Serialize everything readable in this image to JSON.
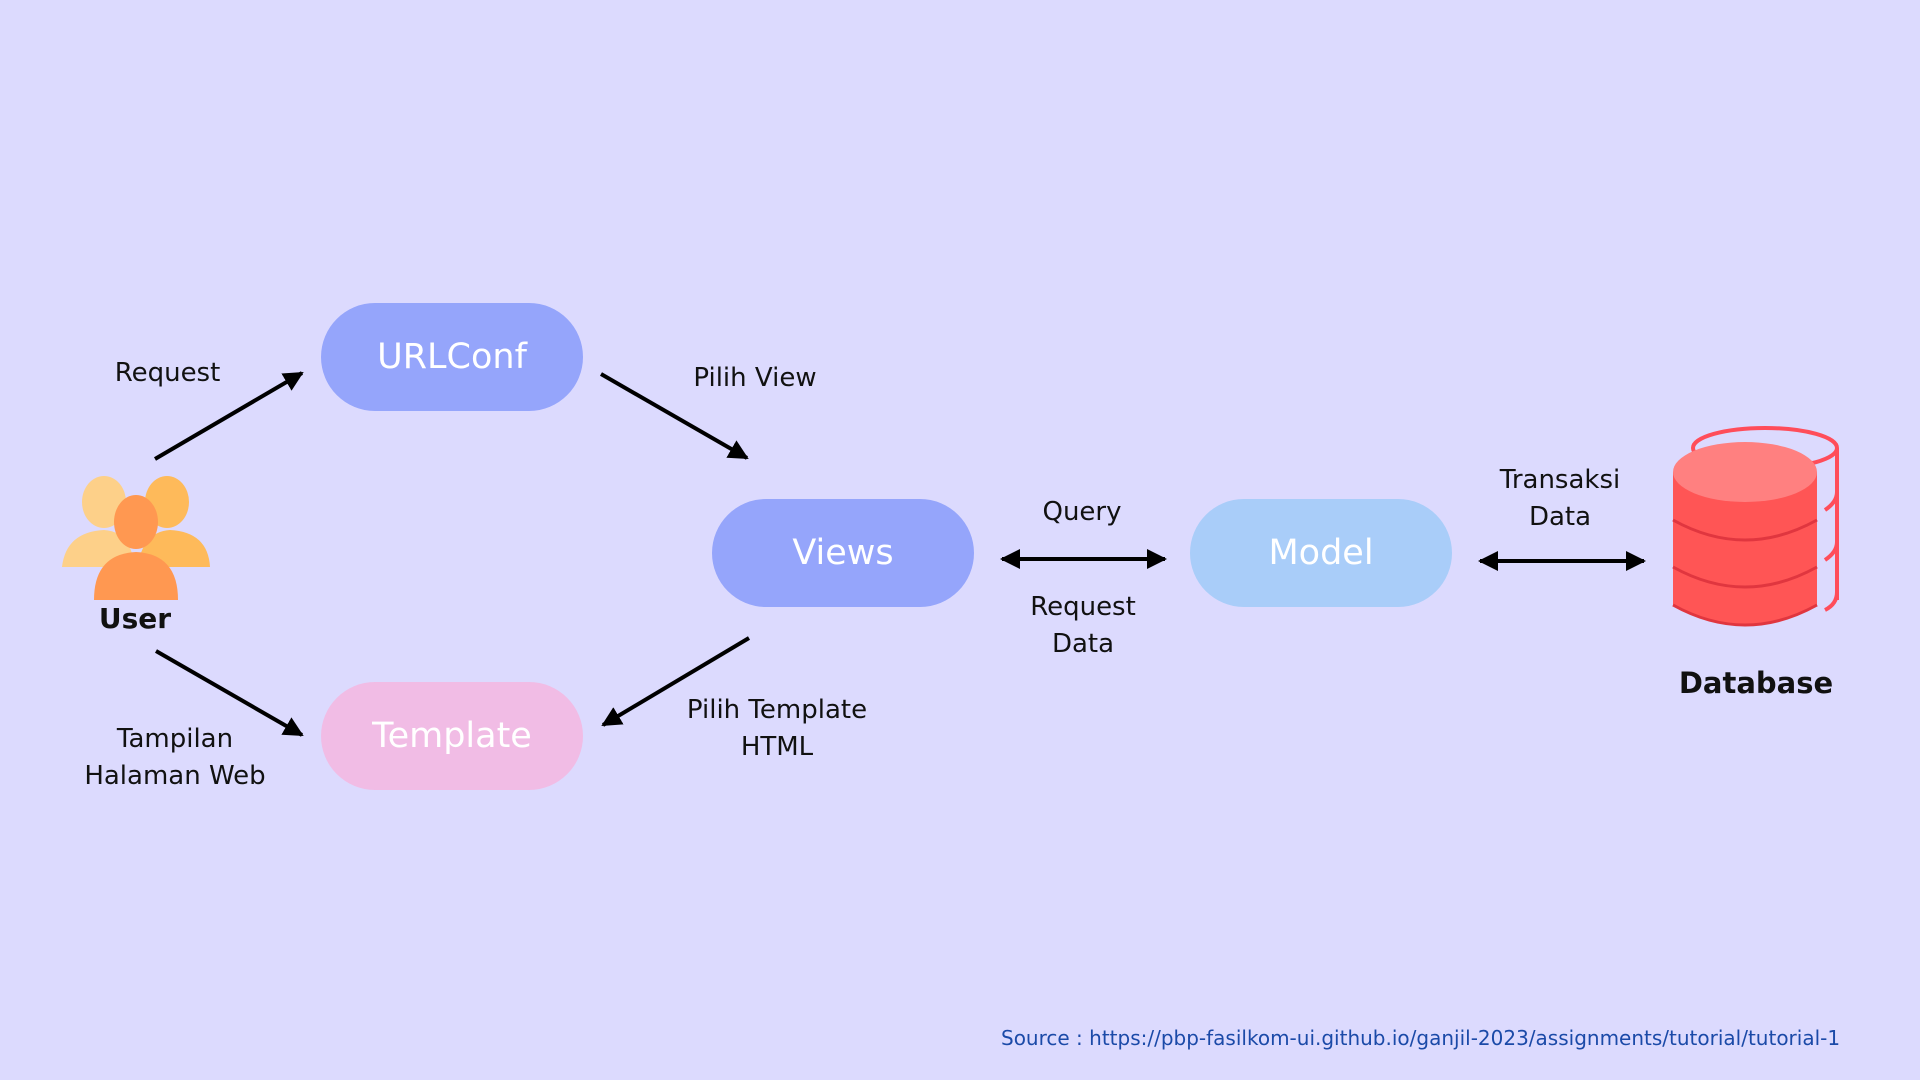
{
  "nodes": {
    "urlconf": {
      "label": "URLConf",
      "color": "#95a5fb"
    },
    "views": {
      "label": "Views",
      "color": "#95a5fb"
    },
    "model": {
      "label": "Model",
      "color": "#a9cdf9"
    },
    "template": {
      "label": "Template",
      "color": "#f1bce5"
    }
  },
  "user": {
    "label": "User",
    "icon": "user-group-icon"
  },
  "database": {
    "label": "Database",
    "icon": "database-icon",
    "color": "#ff5555"
  },
  "edges": {
    "request": "Request",
    "pilih_view": "Pilih View",
    "query": "Query",
    "request_data": [
      "Request",
      "Data"
    ],
    "transaksi_data": [
      "Transaksi",
      "Data"
    ],
    "pilih_template_html": [
      "Pilih Template",
      "HTML"
    ],
    "tampilan_halaman_web": [
      "Tampilan",
      "Halaman Web"
    ]
  },
  "source": "Source : https://pbp-fasilkom-ui.github.io/ganjil-2023/assignments/tutorial/tutorial-1"
}
